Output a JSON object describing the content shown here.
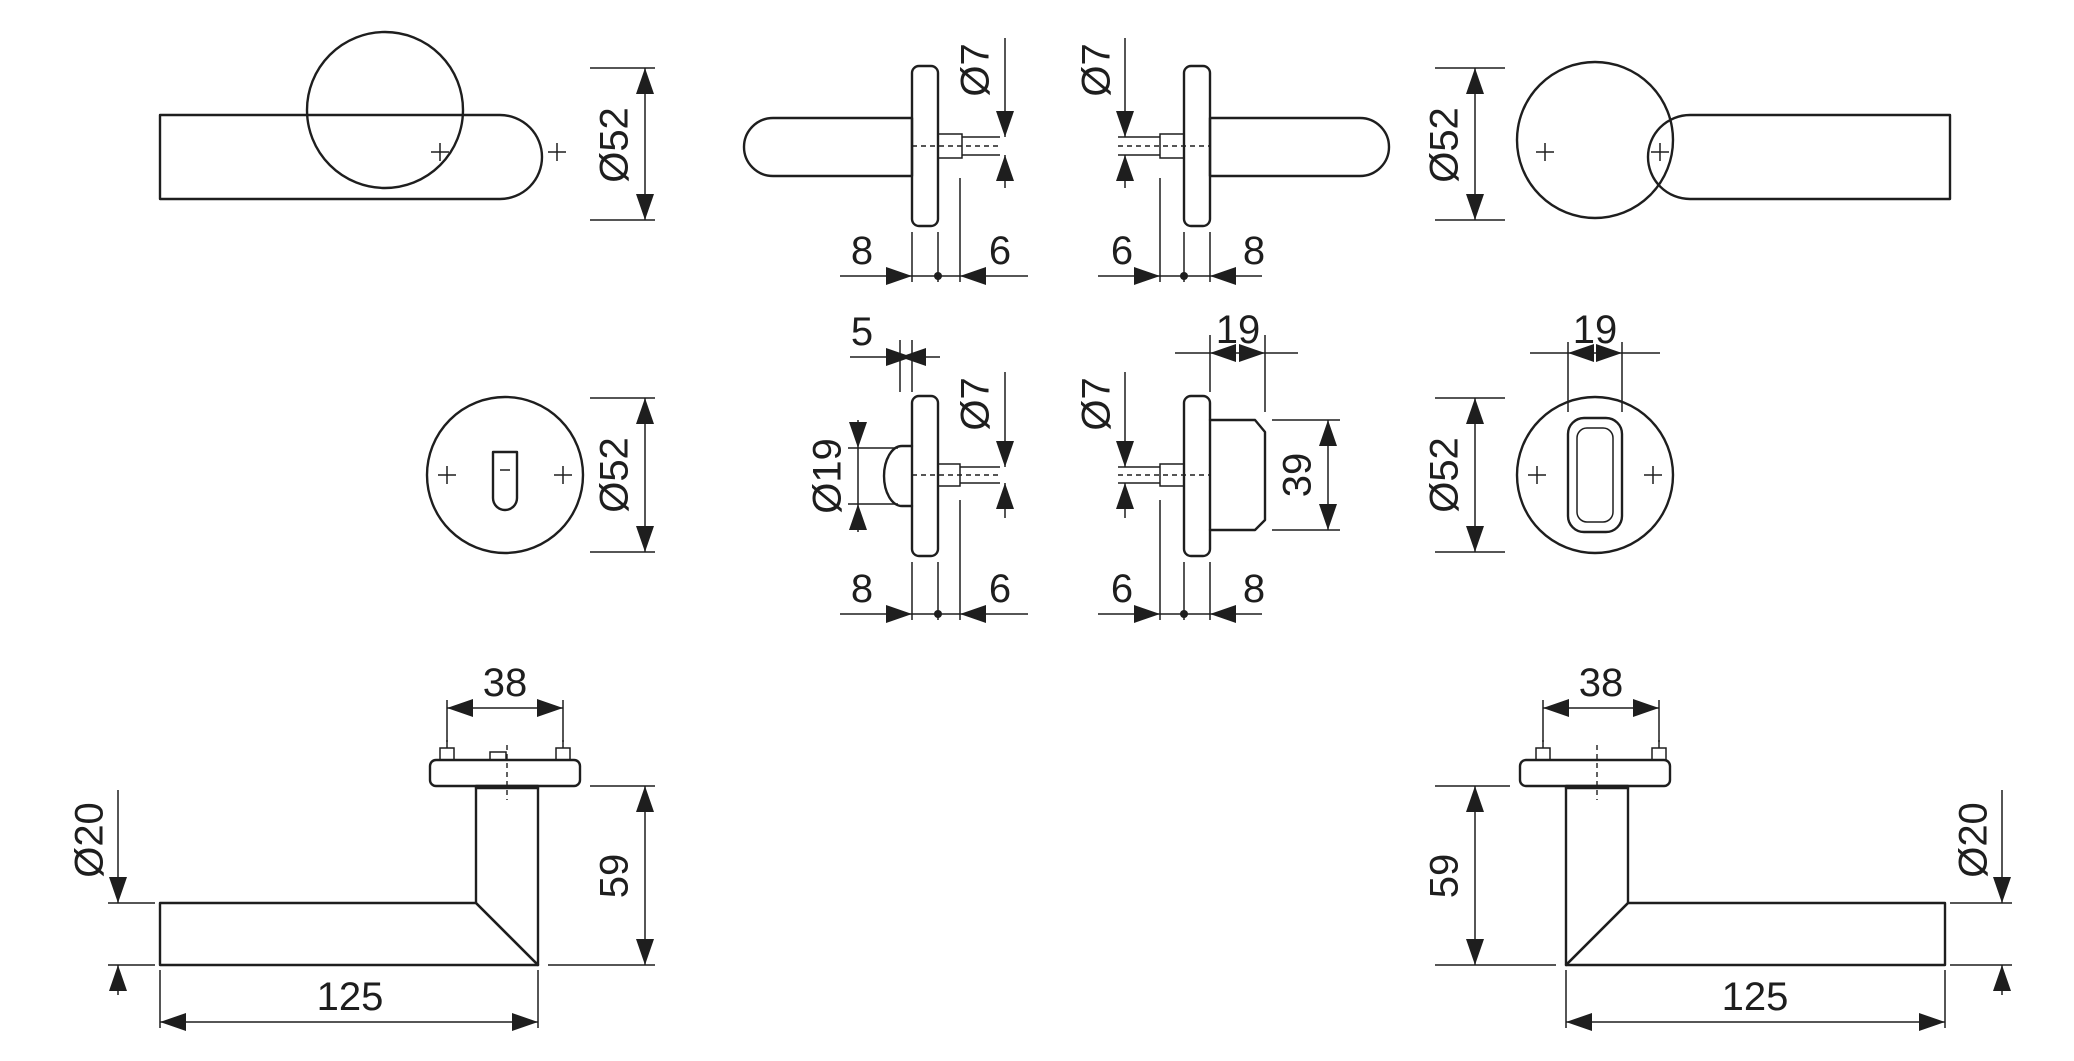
{
  "dimensions": {
    "rose_diameter": "Ø52",
    "spindle_diameter": "Ø7",
    "rose_depth": "8",
    "spindle_offset": "6",
    "thumbturn_width": "5",
    "thumbturn_diameter": "Ø19",
    "coin_slot_height": "39",
    "coin_slot_width": "19",
    "fixing_distance": "38",
    "handle_height": "59",
    "lever_diameter": "Ø20",
    "lever_length": "125"
  },
  "colors": {
    "line": "#1e1e1e",
    "background": "#ffffff"
  }
}
